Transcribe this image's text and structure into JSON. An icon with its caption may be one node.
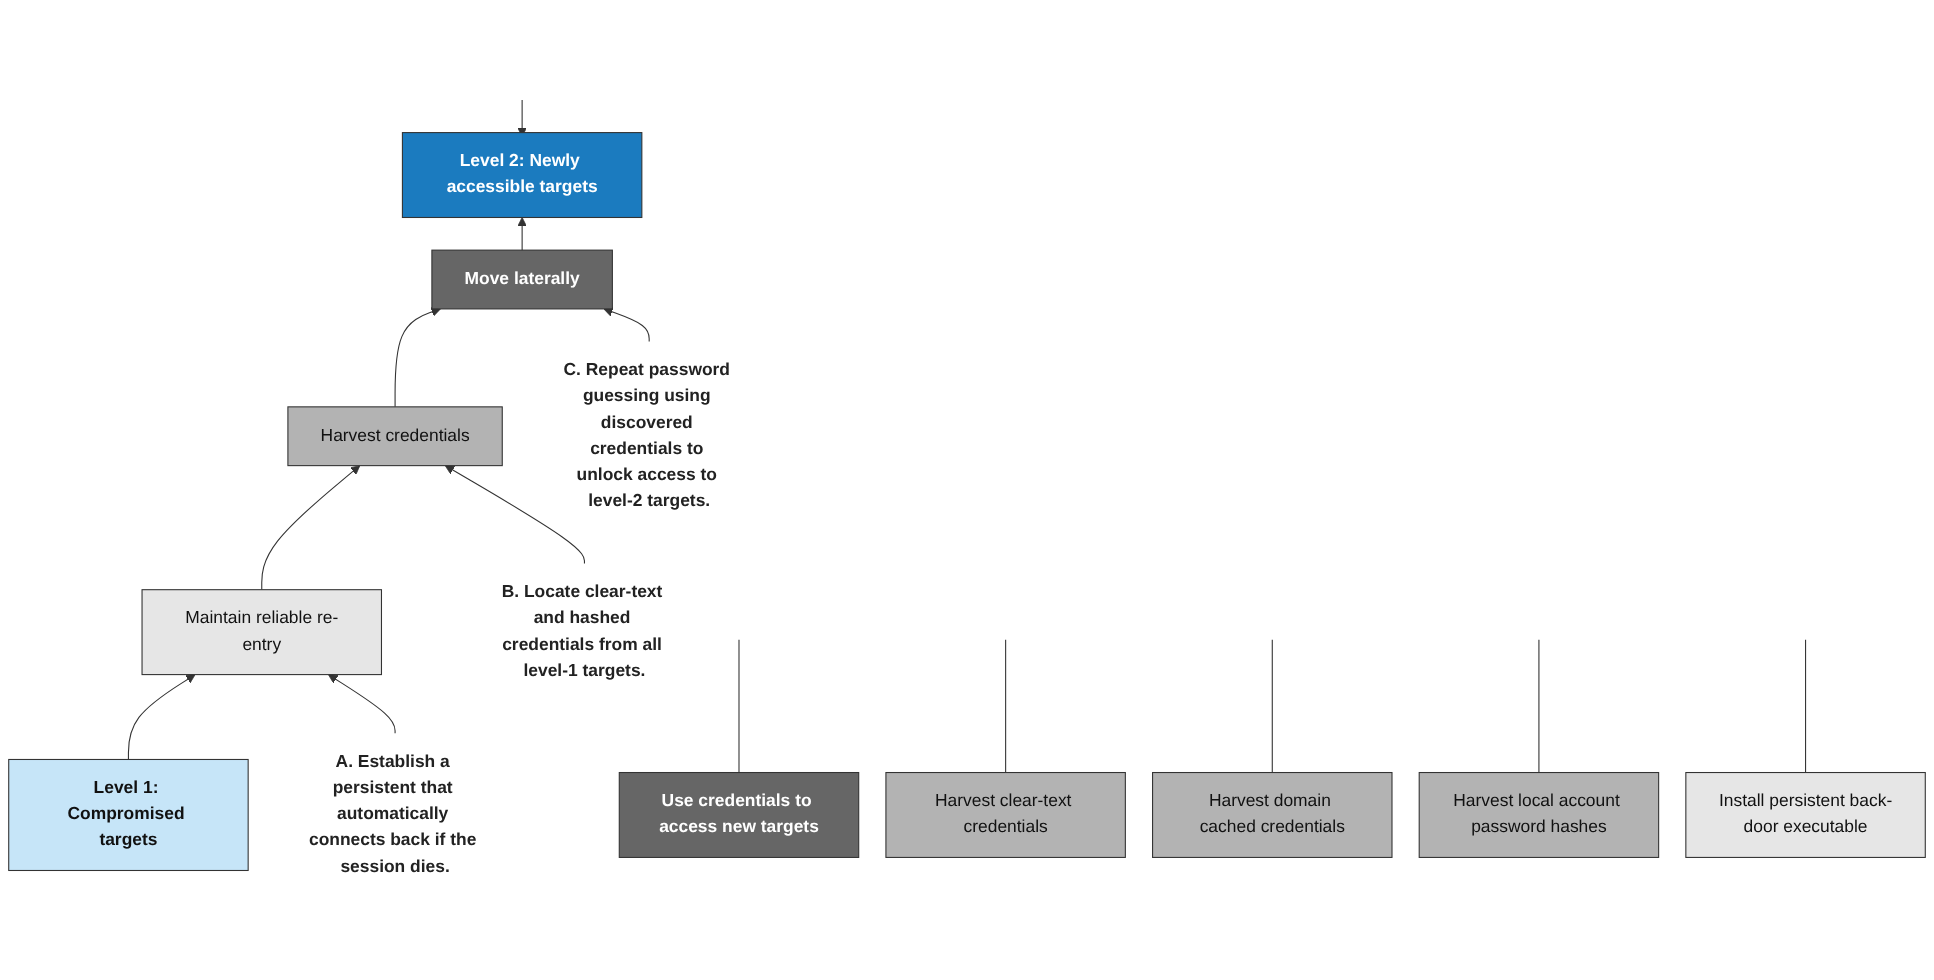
{
  "diagram": {
    "nodes": [
      {
        "text": [
          "Level 2: Newly accessible targets"
        ]
      },
      {
        "text": [
          "Move laterally"
        ]
      },
      {
        "text": [
          "Harvest credentials"
        ]
      },
      {
        "text": [
          "Maintain reliable re-entry"
        ]
      },
      {
        "text": [
          "Level 1: Compromised targets"
        ]
      },
      {
        "text": [
          "Use credentials to access new targets"
        ]
      },
      {
        "text": [
          "Harvest clear-text credentials"
        ]
      },
      {
        "text": [
          "Harvest domain cached credentials"
        ]
      },
      {
        "text": [
          "Harvest local account password hashes"
        ]
      },
      {
        "text": [
          "Install persistent back-door executable"
        ]
      },
      {
        "text": [
          "C. Repeat password guessing using discovered credentials to unlock access to level-2 targets."
        ]
      },
      {
        "text": [
          "B. Locate clear-text and hashed credentials from all level-1 targets."
        ]
      },
      {
        "text": [
          "A. Establish a persistent that automatically connects back if the session dies."
        ]
      }
    ],
    "edges": [
      {
        "from": 4,
        "to": 3,
        "arrow": "to"
      },
      {
        "from": 3,
        "to": 2,
        "arrow": "to"
      },
      {
        "from": 2,
        "to": 1,
        "arrow": "to"
      },
      {
        "from": 1,
        "to": 0,
        "arrow": "to"
      },
      {
        "from": 10,
        "to": 1,
        "arrow": "to"
      },
      {
        "from": 11,
        "to": 2,
        "arrow": "to"
      },
      {
        "from": 12,
        "to": 3,
        "arrow": "to"
      },
      {
        "from": 5,
        "to": null,
        "arrow": "none"
      },
      {
        "from": 6,
        "to": null,
        "arrow": "none"
      },
      {
        "from": 7,
        "to": null,
        "arrow": "none"
      },
      {
        "from": 8,
        "to": null,
        "arrow": "none"
      },
      {
        "from": 9,
        "to": null,
        "arrow": "none"
      },
      {
        "from": null,
        "to": 0,
        "arrow": "to"
      }
    ]
  }
}
